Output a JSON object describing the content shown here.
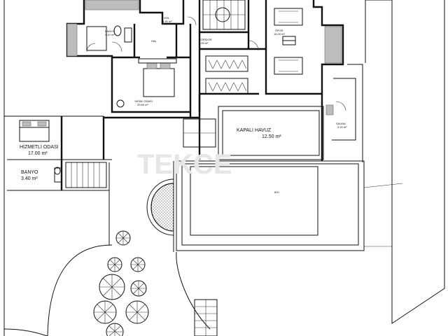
{
  "labels": {
    "kapali_havuz": "KAPALI HAVUZ",
    "kapali_havuz_area": "12.50 m²",
    "hizmetli_odasi": "HİZMETLİ ODASI",
    "hizmetli_odasi_area": "17.00 m²",
    "banyo": "BANYO",
    "banyo_area": "3.40 m²",
    "yatak_odasi": "YATAK ODASI",
    "yatak_odasi_area": "20.60 m²",
    "koridor": "KORİDOR",
    "koridor_area": "4.00 m²",
    "hol": "HOL",
    "hol_area": "5.30 m²",
    "banyo_small": "BANYO",
    "banyo_small_area": "5.10 m²",
    "spor": "SPOR",
    "spor_area": "16.00 m²",
    "hal": "HAL",
    "sauna": "SAUNA",
    "sauna_area": "3.20 m²",
    "dim_pool": "820"
  },
  "watermark": "TEKCE",
  "colors": {
    "line": "#111111",
    "grey": "#bdbdbd",
    "paper": "#ffffff"
  }
}
